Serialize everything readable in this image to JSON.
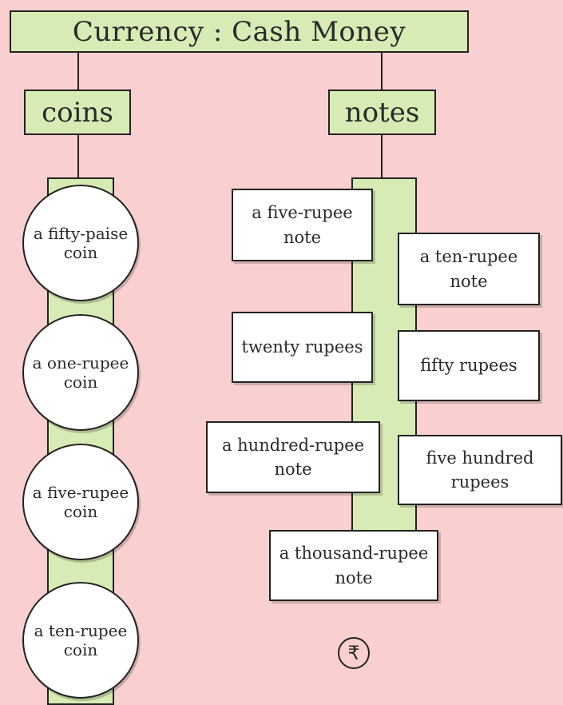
{
  "title": "Currency : Cash Money",
  "branches": {
    "coins": {
      "label": "coins",
      "items": [
        "a fifty-paise coin",
        "a one-rupee coin",
        "a five-rupee coin",
        "a ten-rupee coin"
      ]
    },
    "notes": {
      "label": "notes",
      "items": [
        "a five-rupee note",
        "a ten-rupee note",
        "twenty rupees",
        "fifty rupees",
        "a hundred-rupee note",
        "five hundred rupees",
        "a thousand-rupee note"
      ]
    }
  },
  "symbol": "₹",
  "colors": {
    "background": "#f9d0cf",
    "box_fill": "#d7ebb4",
    "card_fill": "#ffffff",
    "line": "#222222"
  }
}
